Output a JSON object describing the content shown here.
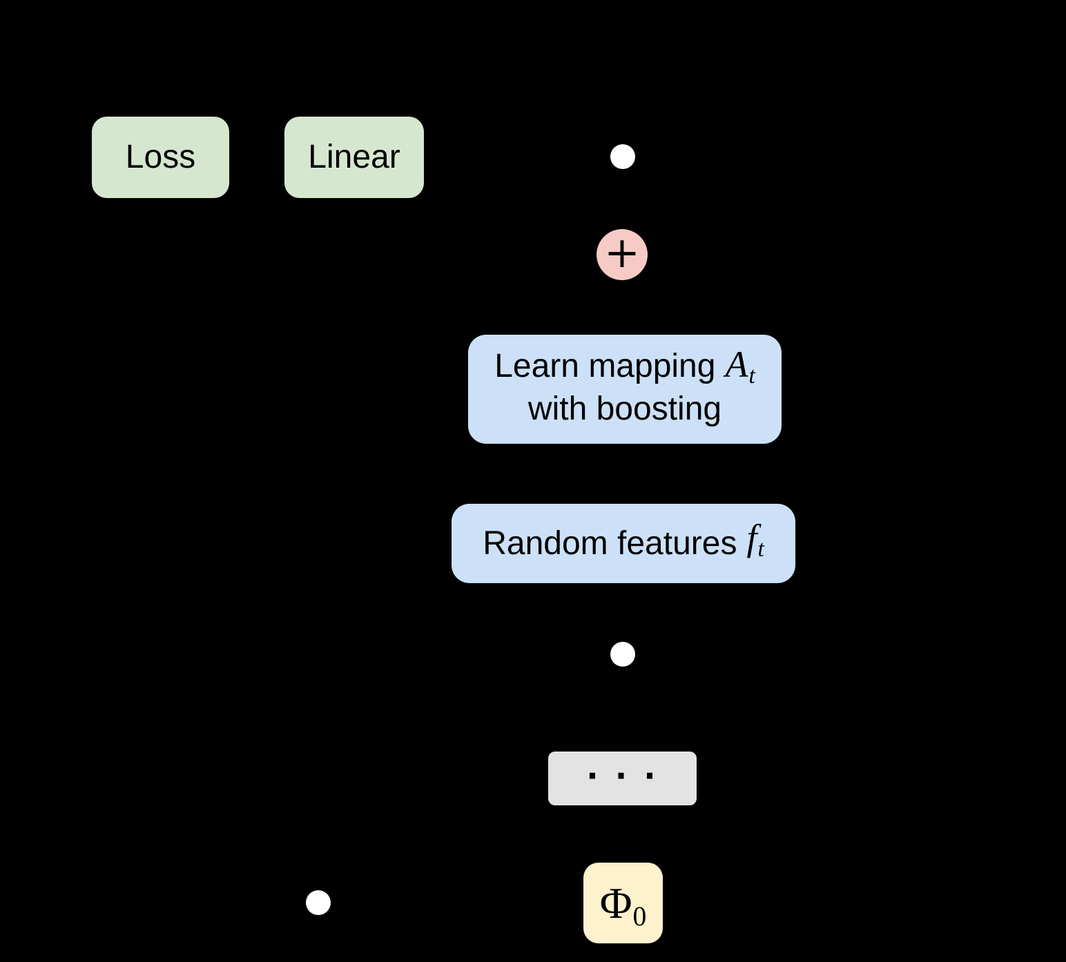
{
  "diagram": {
    "background_color": "#000000",
    "node_colors": {
      "green": "#d6e7d0",
      "blue": "#cce1f8",
      "pink": "#f6cbc6",
      "yellow": "#fdf2cd",
      "gray": "#e3e3e3",
      "connector_dot": "#ffffff",
      "text": "#000000"
    },
    "nodes": {
      "loss": {
        "label": "Loss"
      },
      "linear": {
        "label": "Linear"
      },
      "sum": {
        "symbol": "+"
      },
      "learn_mapping": {
        "line1_prefix": "Learn mapping",
        "line1_math_base": "A",
        "line1_math_sub": "t",
        "line2": "with boosting"
      },
      "random_features": {
        "prefix": "Random features",
        "math_base": "f",
        "math_sub": "t"
      },
      "ellipsis": {
        "label": "· · ·"
      },
      "phi_zero": {
        "base": "Φ",
        "sub": "0"
      }
    }
  }
}
